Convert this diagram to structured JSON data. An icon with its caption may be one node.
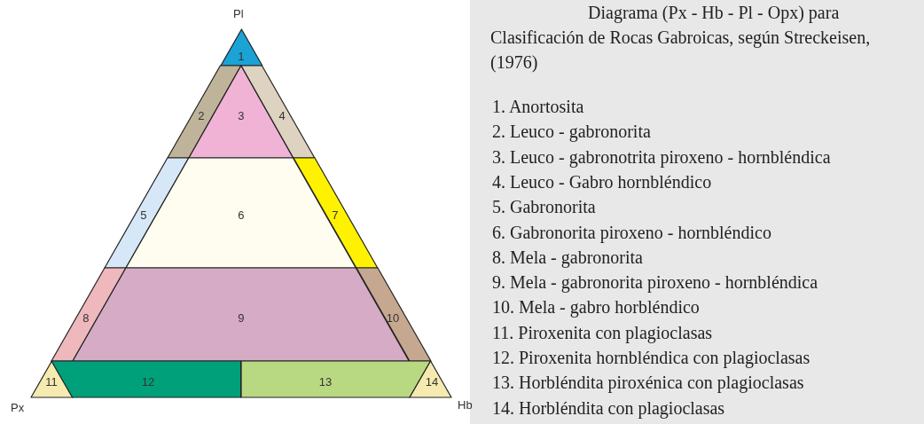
{
  "diagram": {
    "title": "Diagrama (Px - Hb - Pl - Opx) para Clasificación de Rocas Gabroicas, según Streckeisen, (1976)",
    "nodes": [
      {
        "text": [
          "1"
        ]
      },
      {
        "text": [
          "2"
        ]
      },
      {
        "text": [
          "3"
        ]
      },
      {
        "text": [
          "4"
        ]
      },
      {
        "text": [
          "5"
        ]
      },
      {
        "text": [
          "6"
        ]
      },
      {
        "text": [
          "7"
        ]
      },
      {
        "text": [
          "8"
        ]
      },
      {
        "text": [
          "9"
        ]
      },
      {
        "text": [
          "10"
        ]
      },
      {
        "text": [
          "11"
        ]
      },
      {
        "text": [
          "12"
        ]
      },
      {
        "text": [
          "13"
        ]
      },
      {
        "text": [
          "14"
        ]
      }
    ],
    "edges": [],
    "labels": [
      "Pl",
      "Px",
      "Hb",
      "1. Anortosita",
      "2. Leuco - gabronorita",
      "3. Leuco - gabronotrita piroxeno - hornbléndica",
      "4. Leuco - Gabro hornbléndico",
      "5. Gabronorita",
      "6. Gabronorita piroxeno - hornbléndico",
      "8. Mela - gabronorita",
      "9. Mela - gabronorita piroxeno - hornbléndica",
      "10. Mela - gabro horbléndico",
      "11. Piroxenita con plagioclasas",
      "12. Piroxenita hornbléndica con plagioclasas",
      "13. Horbléndita piroxénica con plagioclasas",
      "14. Horbléndita con plagioclasas"
    ]
  }
}
